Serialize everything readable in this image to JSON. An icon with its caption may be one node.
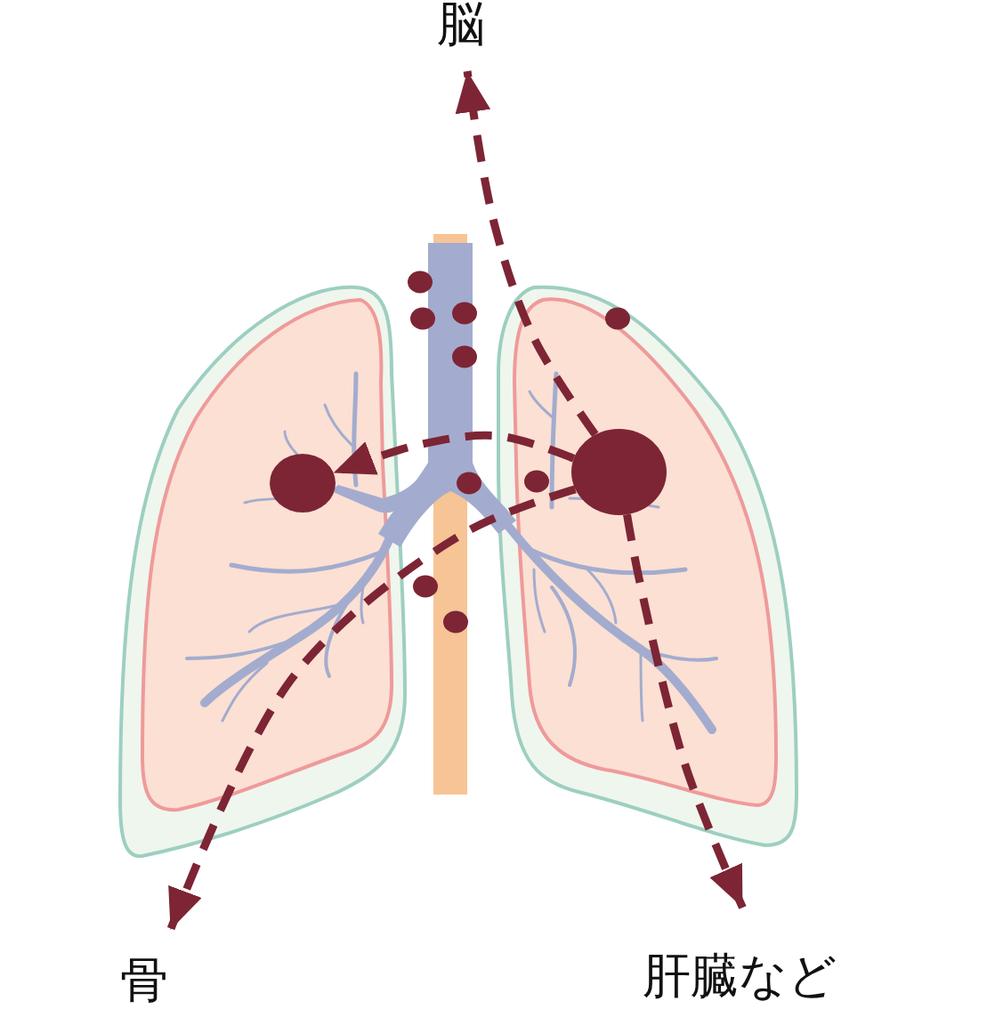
{
  "diagram": {
    "nodes": [
      {
        "text": [
          "脳"
        ]
      },
      {
        "text": [],
        "shape": "circle"
      },
      {
        "text": [],
        "shape": "circle"
      },
      {
        "text": [
          "骨"
        ]
      },
      {
        "text": [
          "肝臓など"
        ]
      }
    ],
    "edges": [
      {
        "from": 2,
        "to": 0,
        "arrow": "to",
        "style": "dashed"
      },
      {
        "from": 2,
        "to": 4,
        "arrow": "to",
        "style": "dashed"
      },
      {
        "from": 2,
        "to": 1,
        "arrow": "to",
        "style": "dashed"
      },
      {
        "from": 2,
        "to": 3,
        "arrow": "to",
        "style": "dashed"
      }
    ]
  }
}
